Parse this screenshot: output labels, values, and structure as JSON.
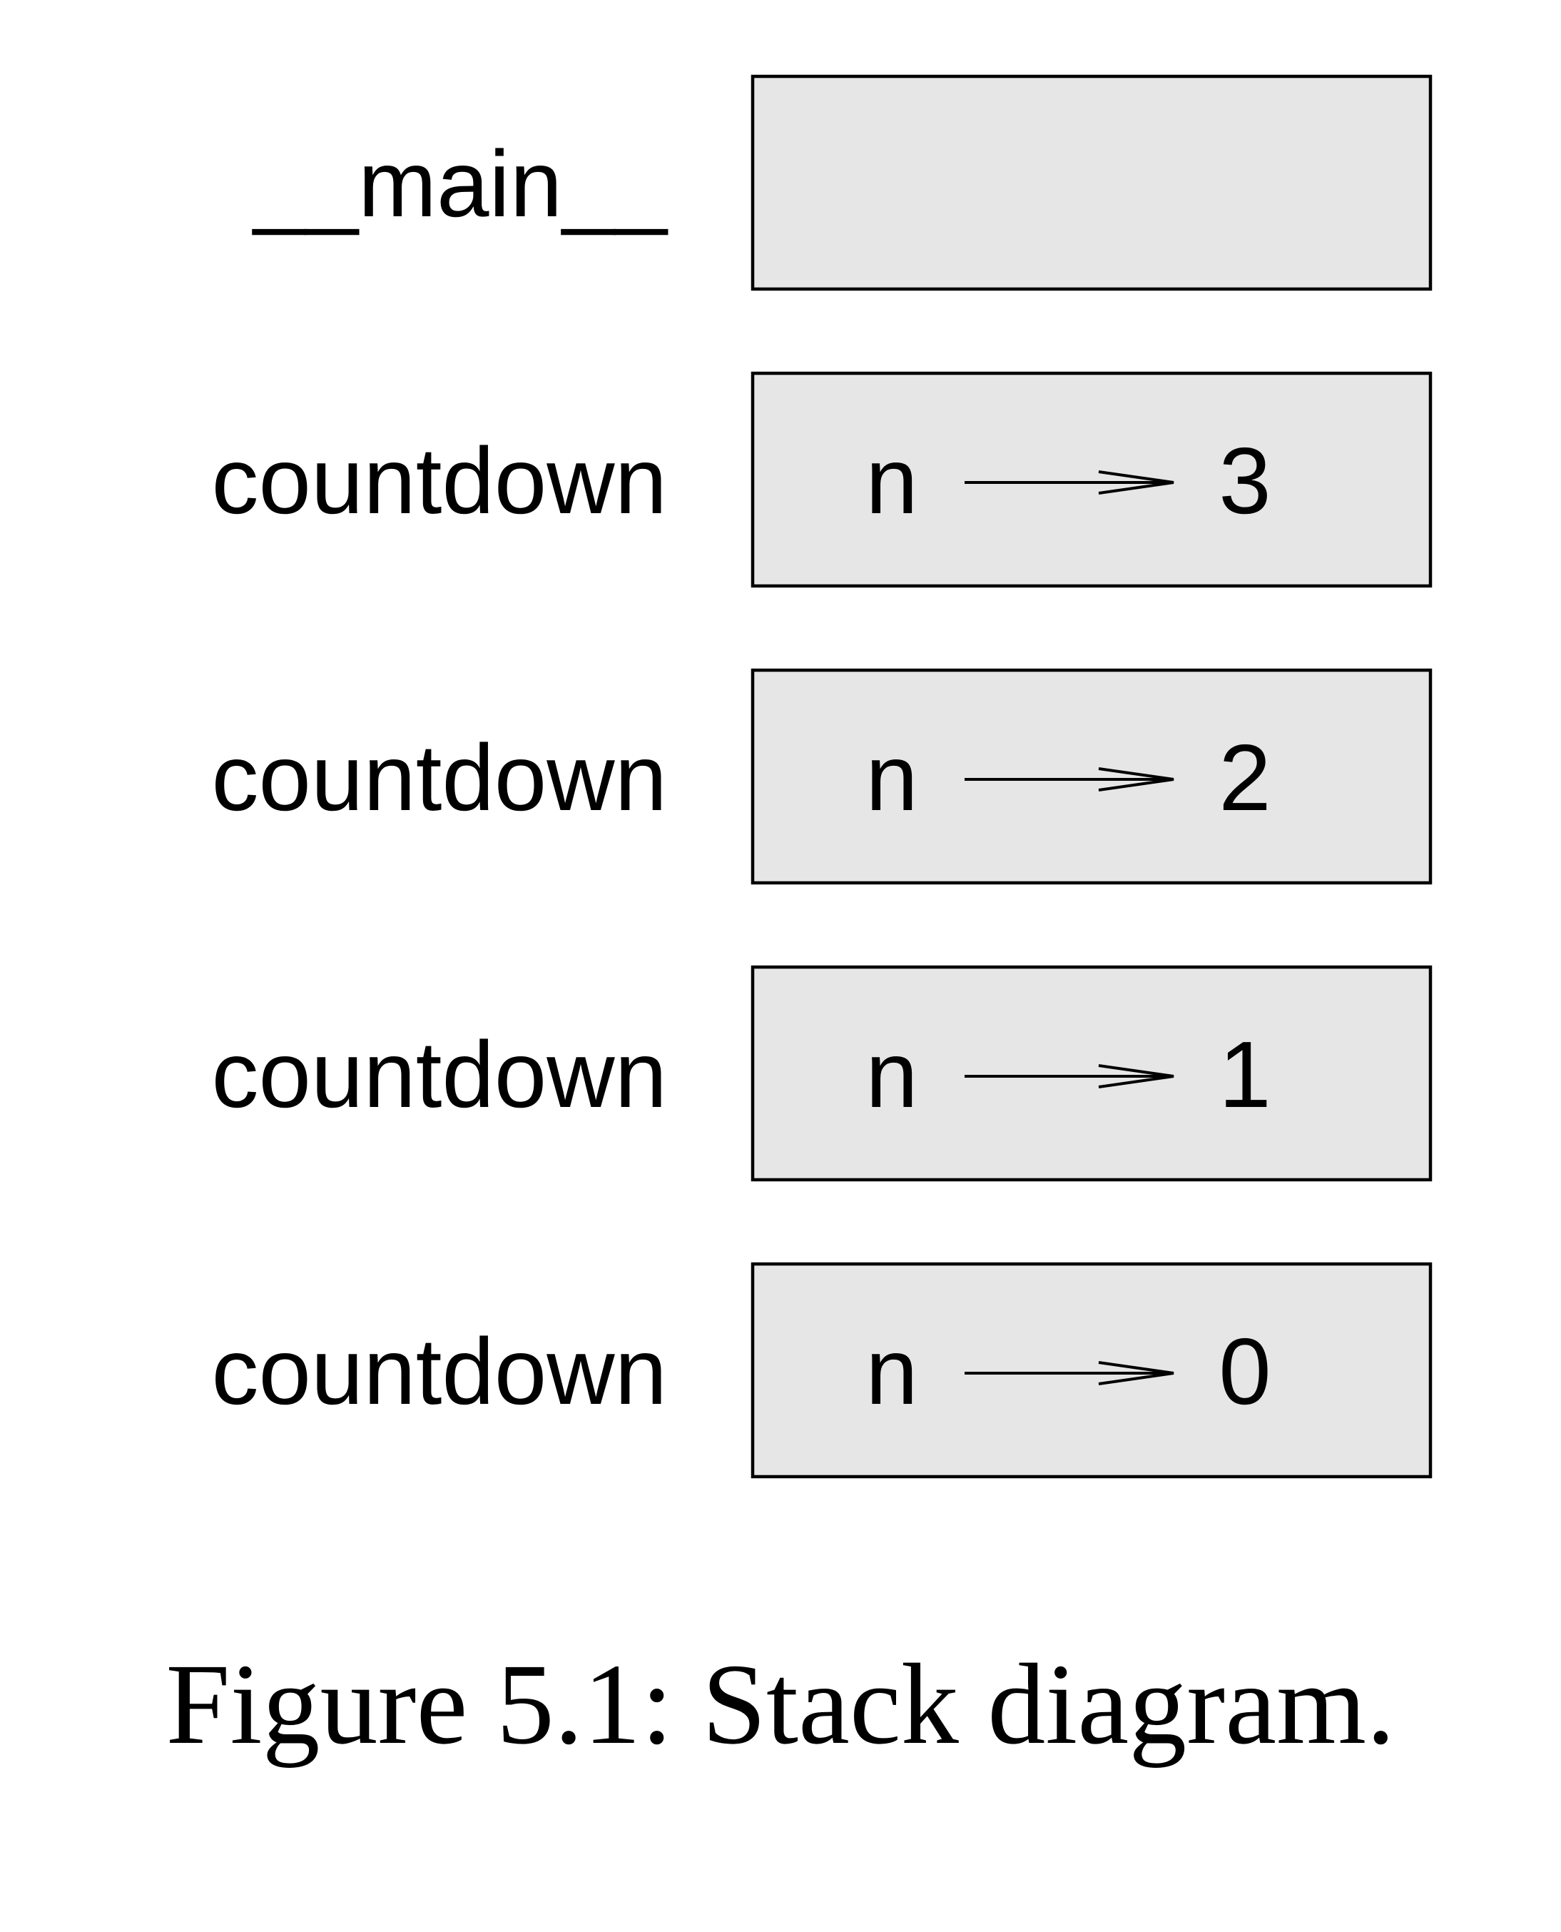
{
  "frames": [
    {
      "label": "__main__",
      "variables": []
    },
    {
      "label": "countdown",
      "variables": [
        {
          "name": "n",
          "value": "3"
        }
      ]
    },
    {
      "label": "countdown",
      "variables": [
        {
          "name": "n",
          "value": "2"
        }
      ]
    },
    {
      "label": "countdown",
      "variables": [
        {
          "name": "n",
          "value": "1"
        }
      ]
    },
    {
      "label": "countdown",
      "variables": [
        {
          "name": "n",
          "value": "0"
        }
      ]
    }
  ],
  "caption": "Figure 5.1: Stack diagram.",
  "colors": {
    "frame_fill": "#e6e6e6",
    "stroke": "#000000",
    "background": "#ffffff"
  }
}
